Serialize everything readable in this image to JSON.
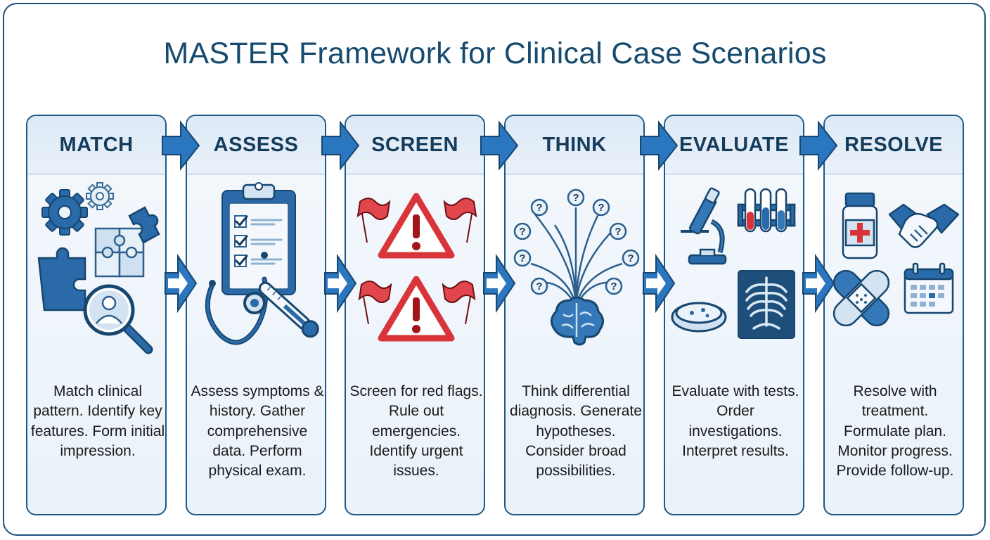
{
  "title": "MASTER Framework for Clinical Case Scenarios",
  "colors": {
    "border": "#1e5a88",
    "accent": "#2a76bf",
    "alert": "#d9343a",
    "title": "#164a6e"
  },
  "steps": [
    {
      "label": "MATCH",
      "text": "Match clinical pattern. Identify key features. Form initial impression.",
      "icons": [
        "gears-icon",
        "puzzle-icon",
        "magnifier-person-icon"
      ]
    },
    {
      "label": "ASSESS",
      "text": "Assess symptoms & history. Gather comprehensive data. Perform physical exam.",
      "icons": [
        "clipboard-checklist-icon",
        "stethoscope-icon",
        "thermometer-icon"
      ]
    },
    {
      "label": "SCREEN",
      "text": "Screen for red flags. Rule out emergencies. Identify urgent issues.",
      "icons": [
        "warning-triangle-icon",
        "red-flag-icon"
      ]
    },
    {
      "label": "THINK",
      "text": "Think differential diagnosis. Generate hypotheses. Consider broad possibilities.",
      "icons": [
        "brain-icon",
        "question-mark-icon"
      ]
    },
    {
      "label": "EVALUATE",
      "text": "Evaluate with tests. Order investigations. Interpret results.",
      "icons": [
        "microscope-icon",
        "test-tubes-icon",
        "petri-dish-icon",
        "x-ray-icon"
      ]
    },
    {
      "label": "RESOLVE",
      "text": "Resolve with treatment. Formulate plan. Monitor progress. Provide follow-up.",
      "icons": [
        "medicine-bottle-icon",
        "handshake-icon",
        "bandage-icon",
        "calendar-icon"
      ]
    }
  ]
}
